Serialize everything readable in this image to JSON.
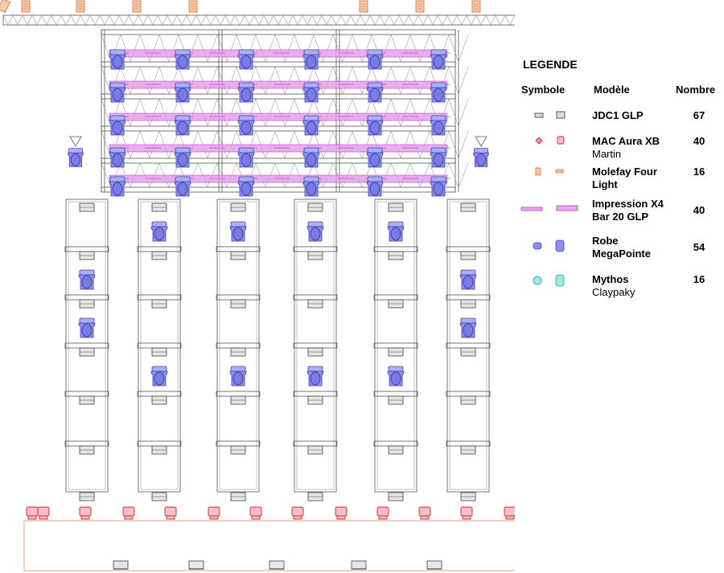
{
  "legend": {
    "title": "LEGENDE",
    "headers": {
      "symbol": "Symbole",
      "model": "Modèle",
      "count": "Nombre"
    },
    "rows": [
      {
        "model_line1": "JDC1 GLP",
        "model_line2": "",
        "count": "67",
        "symbol": "jdc1-icon",
        "color": "#555555"
      },
      {
        "model_line1": "MAC Aura XB",
        "model_line2": "Martin",
        "count": "40",
        "symbol": "mac-aura-icon",
        "color": "#e0303a"
      },
      {
        "model_line1": "Molefay Four",
        "model_line2": "Light",
        "count": "16",
        "symbol": "molefay-icon",
        "color": "#e8813a"
      },
      {
        "model_line1": "Impression X4",
        "model_line2": "Bar 20 GLP",
        "count": "40",
        "symbol": "x4-bar-icon",
        "color": "#cc44cc"
      },
      {
        "model_line1": "Robe",
        "model_line2": "MegaPointe",
        "count": "54",
        "symbol": "megapointe-icon",
        "color": "#6a6ae0"
      },
      {
        "model_line1": "Mythos",
        "model_line2": "Claypaky",
        "count": "16",
        "symbol": "mythos-icon",
        "color": "#3cc8c0"
      }
    ]
  },
  "colors": {
    "truss": "#555555",
    "jdc1": "#777777",
    "mac_aura": "#e0303a",
    "molefay": "#e8813a",
    "x4_bar": "#d36ad8",
    "megapointe": "#6a6ae0",
    "mythos": "#3cc8c0",
    "stage": "#e8a080"
  }
}
